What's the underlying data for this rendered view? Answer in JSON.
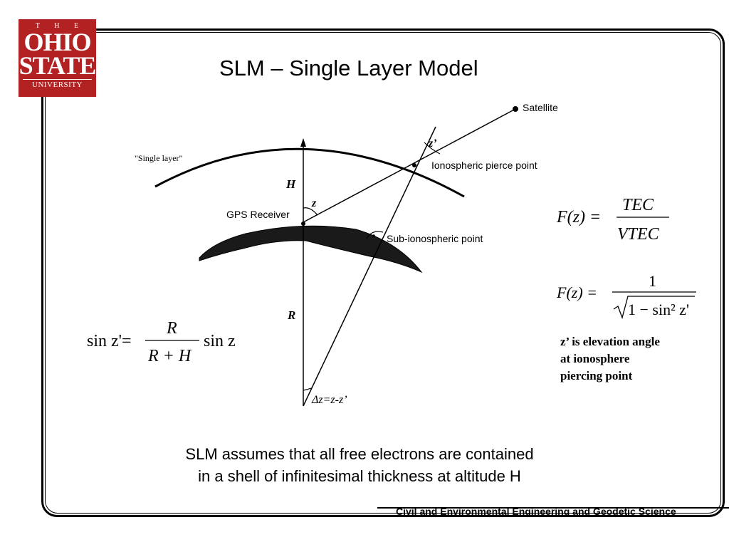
{
  "logo": {
    "line1": "T H E",
    "line2": "OHIO",
    "line3": "STATE",
    "line4": "UNIVERSITY"
  },
  "slide": {
    "title": "SLM – Single Layer Model",
    "caption_line1": "SLM assumes that all free electrons are contained",
    "caption_line2": "in a shell of infinitesimal thickness at altitude H",
    "footer": "Civil and Environmental Engineering and Geodetic Science"
  },
  "diagram": {
    "satellite_label": "Satellite",
    "single_layer_label": "\"Single layer\"",
    "ipp_label": "Ionospheric pierce point",
    "gps_receiver_label": "GPS Receiver",
    "sub_ionospheric_label": "Sub-ionospheric point",
    "h_label": "H",
    "r_label": "R",
    "z_label": "z",
    "z_prime_label": "z’",
    "delta_z_label": "Δz=z-z’"
  },
  "formulas": {
    "sin_lhs": "sin z'=",
    "sin_num": "R",
    "sin_den": "R + H",
    "sin_rhs": "sin z",
    "f1_lhs": "F(z) =",
    "f1_num": "TEC",
    "f1_den": "VTEC",
    "f2_lhs": "F(z) =",
    "f2_num": "1",
    "f2_den": "1 − sin² z'"
  },
  "note": {
    "line1": "z’ is elevation angle",
    "line2": "at ionosphere",
    "line3": "piercing point"
  }
}
